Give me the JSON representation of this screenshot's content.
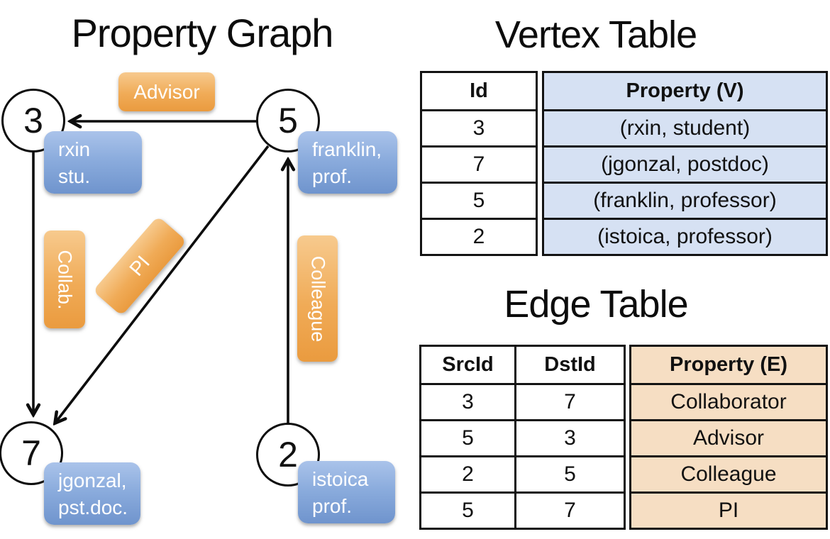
{
  "panel_graph": {
    "title": "Property Graph",
    "nodes": [
      {
        "id": "3"
      },
      {
        "id": "5"
      },
      {
        "id": "7"
      },
      {
        "id": "2"
      }
    ],
    "vertex_labels": [
      {
        "line1": "rxin",
        "line2": "stu."
      },
      {
        "line1": "franklin,",
        "line2": "prof."
      },
      {
        "line1": "jgonzal,",
        "line2": "pst.doc."
      },
      {
        "line1": "istoica",
        "line2": "prof."
      }
    ],
    "edge_labels": {
      "advisor": "Advisor",
      "collab": "Collab.",
      "pi": "PI",
      "colleague": "Colleague"
    }
  },
  "vertex_table": {
    "title": "Vertex Table",
    "columns": {
      "id": "Id",
      "property": "Property (V)"
    },
    "rows": [
      {
        "id": "3",
        "property": "(rxin, student)"
      },
      {
        "id": "7",
        "property": "(jgonzal, postdoc)"
      },
      {
        "id": "5",
        "property": "(franklin, professor)"
      },
      {
        "id": "2",
        "property": "(istoica, professor)"
      }
    ]
  },
  "edge_table": {
    "title": "Edge Table",
    "columns": {
      "src": "SrcId",
      "dst": "DstId",
      "property": "Property (E)"
    },
    "rows": [
      {
        "src": "3",
        "dst": "7",
        "property": "Collaborator"
      },
      {
        "src": "5",
        "dst": "3",
        "property": "Advisor"
      },
      {
        "src": "2",
        "dst": "5",
        "property": "Colleague"
      },
      {
        "src": "5",
        "dst": "7",
        "property": "PI"
      }
    ]
  },
  "colors": {
    "edge_label_orange": "#eda04a",
    "vertex_label_blue": "#7b9dd4",
    "vertex_table_fill": "#d6e1f3",
    "edge_table_fill": "#f6dec3",
    "line_black": "#111111"
  }
}
